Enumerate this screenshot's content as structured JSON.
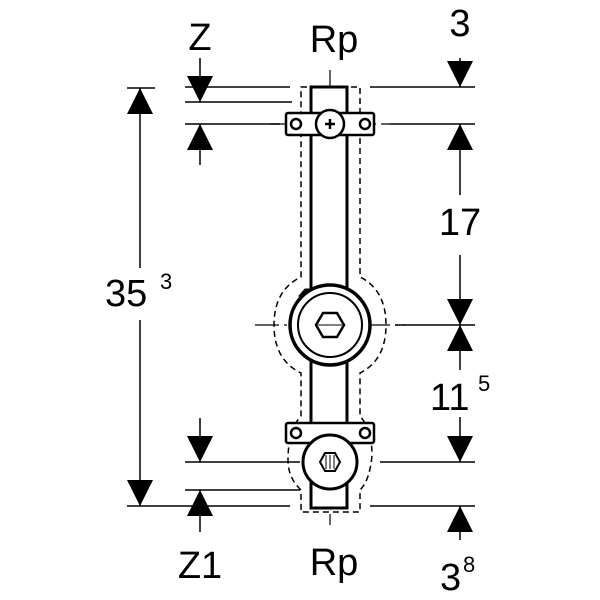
{
  "labels": {
    "z_top": "Z",
    "rp_top": "Rp",
    "dim_top_right": "3",
    "dim_total": "35",
    "dim_total_sup": "3",
    "dim_17": "17",
    "dim_11": "11",
    "dim_11_sup": "5",
    "z1_bottom": "Z1",
    "rp_bottom": "Rp",
    "dim_bottom_right": "3",
    "dim_bottom_right_sup": "8"
  },
  "colors": {
    "line": "#000000",
    "background": "#ffffff"
  }
}
